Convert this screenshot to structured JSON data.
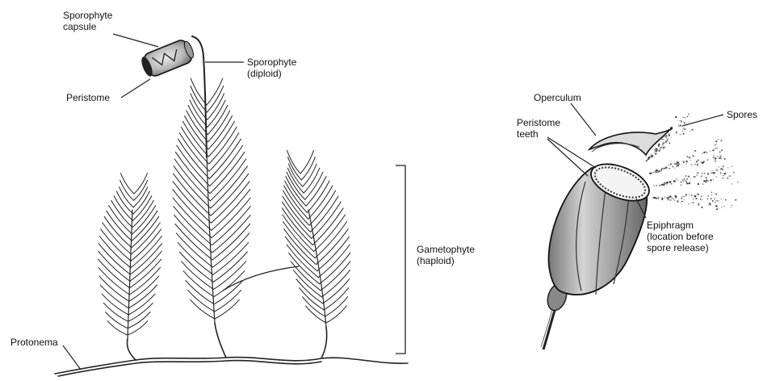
{
  "labels": {
    "sporophyte_capsule": "Sporophyte\ncapsule",
    "sporophyte": "Sporophyte\n(diploid)",
    "peristome": "Peristome",
    "gametophyte": "Gametophyte\n(haploid)",
    "protonema": "Protonema",
    "operculum": "Operculum",
    "spores": "Spores",
    "peristome_teeth": "Peristome\nteeth",
    "epiphragm": "Epiphragm\n(location before\nspore release)"
  }
}
